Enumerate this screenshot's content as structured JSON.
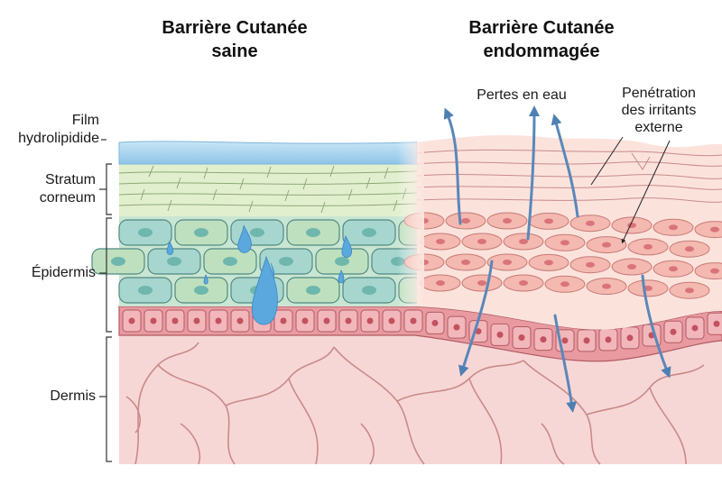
{
  "titles": {
    "healthy": [
      "Barrière Cutanée",
      "saine"
    ],
    "damaged": [
      "Barrière Cutanée",
      "endommagée"
    ]
  },
  "layer_labels": {
    "film": [
      "Film",
      "hydrolipidide"
    ],
    "stratum": [
      "Stratum",
      "corneum"
    ],
    "epidermis": "Épidermis",
    "dermis": "Dermis"
  },
  "annotations": {
    "water_loss": "Pertes en eau",
    "irritants": [
      "Penétration",
      "des irritants",
      "externe"
    ]
  },
  "colors": {
    "film": "#a9d3ee",
    "stratum_healthy": "#e2efcf",
    "cell_teal": "#a7d6cf",
    "cell_green": "#bfe0bf",
    "nucleus": "#6fb6ad",
    "basal": "#e89aa0",
    "dermis": "#f7d7d6",
    "vessel": "#c98a8a",
    "drop": "#5aa8de",
    "arrow": "#5b87b8",
    "damaged_cell": "#f4b9b0"
  }
}
